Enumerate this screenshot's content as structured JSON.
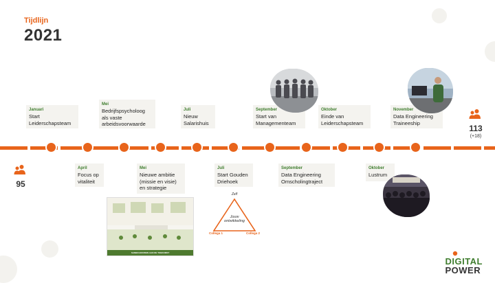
{
  "header": {
    "kicker": "Tijdlijn",
    "year": "2021"
  },
  "counts": {
    "start": "95",
    "end": "113",
    "end_sub": "(+18)"
  },
  "events_top": [
    {
      "month": "Januari",
      "title": "Start Leiderschapsteam"
    },
    {
      "month": "Mei",
      "title": "Bedrijfspsycholoog als vaste arbeidsvoorwaarde"
    },
    {
      "month": "Juli",
      "title": "Nieuw Salarishuis"
    },
    {
      "month": "September",
      "title": "Start van Managementeam"
    },
    {
      "month": "Oktober",
      "title": "Einde van Leiderschapsteam"
    },
    {
      "month": "November",
      "title": "Data Engineering Traineeship"
    }
  ],
  "events_bottom": [
    {
      "month": "April",
      "title": "Focus op vitaliteit"
    },
    {
      "month": "Mei",
      "title": "Nieuwe ambitie (missie en visie) en strategie"
    },
    {
      "month": "Juli",
      "title": "Start Gouden Driehoek"
    },
    {
      "month": "September",
      "title": "Data Engineering Omscholingtraject"
    },
    {
      "month": "Oktober",
      "title": "Lustrum"
    }
  ],
  "triangle": {
    "top": "Zelf",
    "center": "Jouw ontwikkeling",
    "left": "Collega 1",
    "right": "Collega 2"
  },
  "poster": {
    "caption": "SAMEN BOUWEN AAN DE TOEKOMST"
  },
  "brand": {
    "line1": "DIGITAL",
    "line2": "POWER"
  },
  "colors": {
    "accent": "#e8641b",
    "green": "#3f7d2e",
    "card": "#f4f3ef",
    "text": "#333333"
  },
  "icons": {
    "people": "people-icon"
  }
}
